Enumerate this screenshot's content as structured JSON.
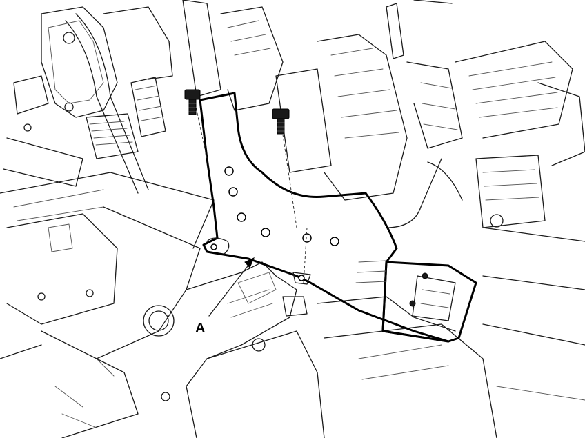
{
  "diagram": {
    "callouts": [
      {
        "id": "A",
        "label": "A"
      }
    ],
    "colors": {
      "line": "#1a1a1a",
      "background": "#ffffff"
    },
    "icons": [
      "bolt-icon",
      "bracket",
      "pedal-assembly",
      "shift-lever-assembly"
    ]
  }
}
